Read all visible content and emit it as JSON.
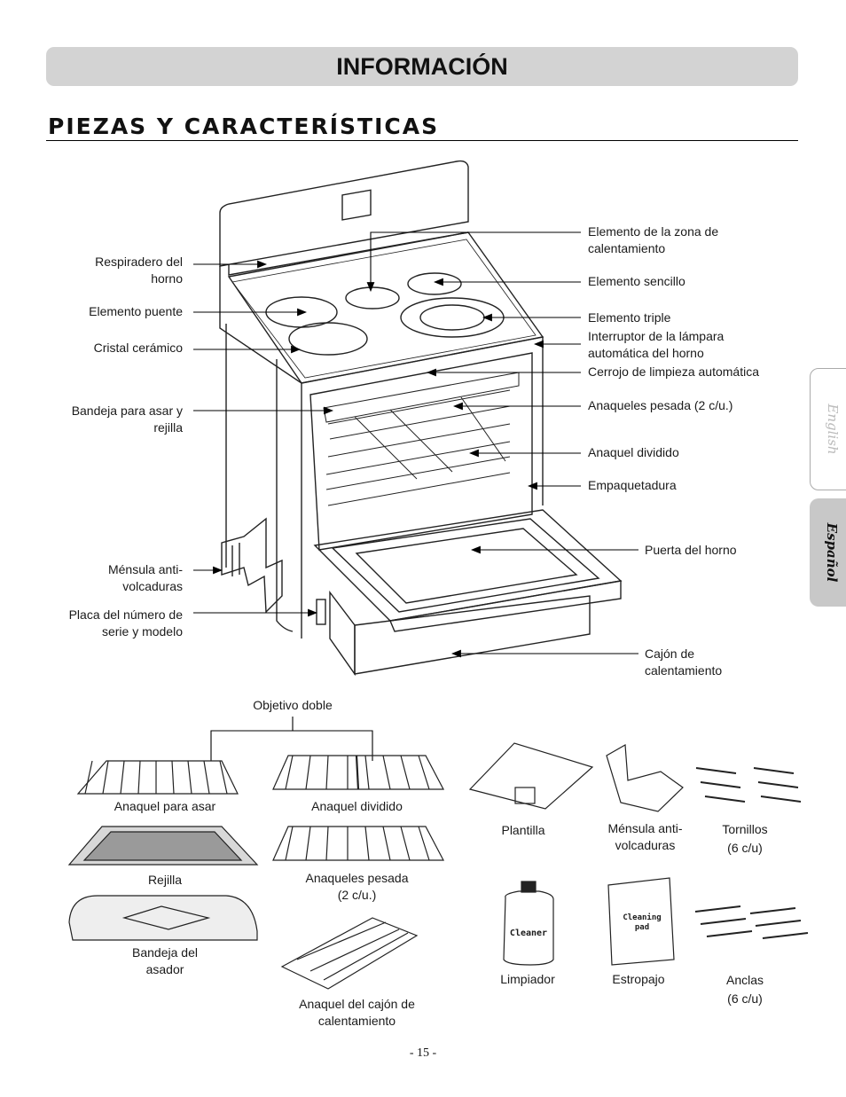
{
  "header": {
    "title": "INFORMACIÓN",
    "section": "PIEZAS Y CARACTERÍSTICAS"
  },
  "tabs": {
    "english": "English",
    "espanol": "Español"
  },
  "labels_left": [
    {
      "id": "vent",
      "text": "Respiradero del\nhorno"
    },
    {
      "id": "bridge",
      "text": "Elemento puente"
    },
    {
      "id": "glass",
      "text": "Cristal cerámico"
    },
    {
      "id": "broilpan",
      "text": "Bandeja para asar y\nrejilla"
    },
    {
      "id": "bracket",
      "text": "Ménsula anti-\nvolcaduras"
    },
    {
      "id": "serial",
      "text": "Placa del número de\nserie y modelo"
    }
  ],
  "labels_right": [
    {
      "id": "warmzone",
      "text": "Elemento de la zona de\ncalentamiento"
    },
    {
      "id": "single",
      "text": "Elemento sencillo"
    },
    {
      "id": "triple",
      "text": "Elemento triple"
    },
    {
      "id": "lampswitch",
      "text": "Interruptor de la lámpara\nautomática del horno"
    },
    {
      "id": "lock",
      "text": "Cerrojo de limpieza automática"
    },
    {
      "id": "heavyracks",
      "text": "Anaqueles pesada (2 c/u.)"
    },
    {
      "id": "splitrack",
      "text": "Anaquel dividido"
    },
    {
      "id": "gasket",
      "text": "Empaquetadura"
    },
    {
      "id": "door",
      "text": "Puerta del horno"
    },
    {
      "id": "drawer",
      "text": "Cajón de\ncalentamiento"
    }
  ],
  "accessories": {
    "dual": "Objetivo doble",
    "broilrack": "Anaquel para asar",
    "divided": "Anaquel dividido",
    "grid": "Rejilla",
    "heavy": "Anaqueles pesada\n(2 c/u.)",
    "broilpan": "Bandeja del\nasador",
    "drawerrack": "Anaquel del cajón de\ncalentamiento",
    "template": "Plantilla",
    "bracket": "Ménsula anti-\nvolcaduras",
    "screws": "Tornillos\n(6 c/u)",
    "cleaner": "Limpiador",
    "pad": "Estropajo",
    "anchors": "Anclas\n(6 c/u)",
    "bottle_text": "Cleaner",
    "pad_text": "Cleaning\npad"
  },
  "page": "- 15 -"
}
